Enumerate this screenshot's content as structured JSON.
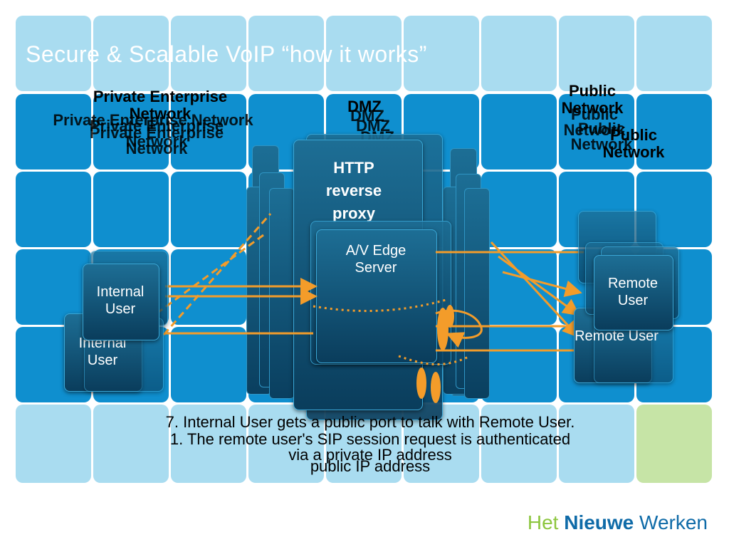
{
  "title": "Secure & Scalable VoIP “how it works”",
  "zones": {
    "private": "Private Enterprise Network",
    "dmz": "DMZ",
    "public": "Public Network"
  },
  "servers": {
    "http_proxy": "HTTP reverse proxy",
    "av_edge": "A/V Edge Server"
  },
  "users": {
    "internal_front": "Internal User",
    "internal_back": "Internal User",
    "remote_front": "Remote User",
    "remote_back": "Remote User"
  },
  "steps": {
    "top": "7. Internal User gets a public port to talk with Remote User.",
    "line1": "1. The remote user's SIP session request is authenticated",
    "line2": "via a private IP address",
    "line3": "public IP address"
  },
  "brand": {
    "part1": "Het",
    "part2": "Nieuwe",
    "part3": "Werken"
  },
  "colors": {
    "light_cell": "#a9dcf0",
    "dark_cell": "#0f8fcf",
    "green_cell": "#c6e4a6",
    "arrow": "#f39c2a",
    "brand_green": "#8dc63f",
    "brand_blue": "#0f6ba8"
  }
}
